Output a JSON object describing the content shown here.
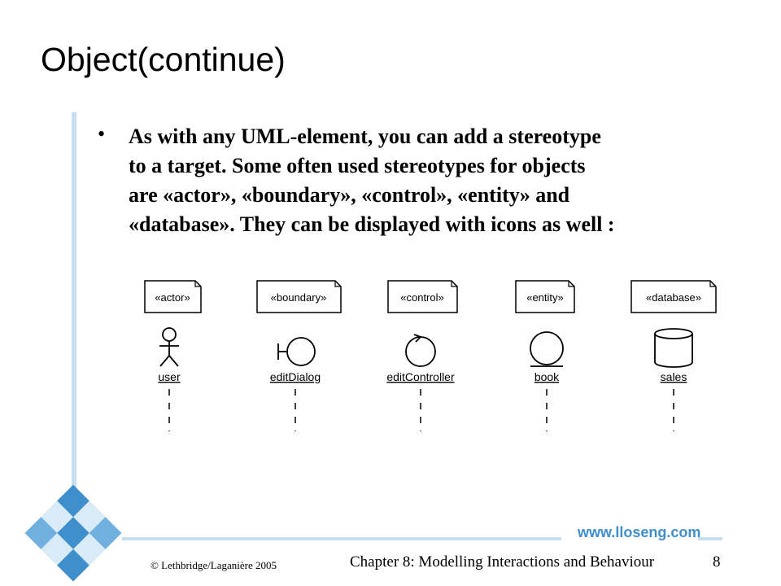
{
  "slide": {
    "title": "Object(continue)",
    "bullet_char": "•",
    "bullet_text": "As with any UML-element, you can add a stereotype\nto a target. Some often used stereotypes for objects\nare «actor», «boundary», «control», «entity» and\n«database». They can be displayed with icons as well :"
  },
  "diagram": {
    "objects": [
      {
        "stereotype": "«actor»",
        "name": "user",
        "icon": "actor-icon"
      },
      {
        "stereotype": "«boundary»",
        "name": "editDialog",
        "icon": "boundary-icon"
      },
      {
        "stereotype": "«control»",
        "name": "editController",
        "icon": "control-icon"
      },
      {
        "stereotype": "«entity»",
        "name": "book",
        "icon": "entity-icon"
      },
      {
        "stereotype": "«database»",
        "name": "sales",
        "icon": "database-icon"
      }
    ]
  },
  "footer": {
    "copyright": "© Lethbridge/Laganière 2005",
    "chapter": "Chapter 8: Modelling Interactions and Behaviour",
    "page_number": "8",
    "website": "www.lloseng.com"
  },
  "colors": {
    "accent_light": "#c6dff0",
    "accent_blue": "#3f8fcc"
  }
}
